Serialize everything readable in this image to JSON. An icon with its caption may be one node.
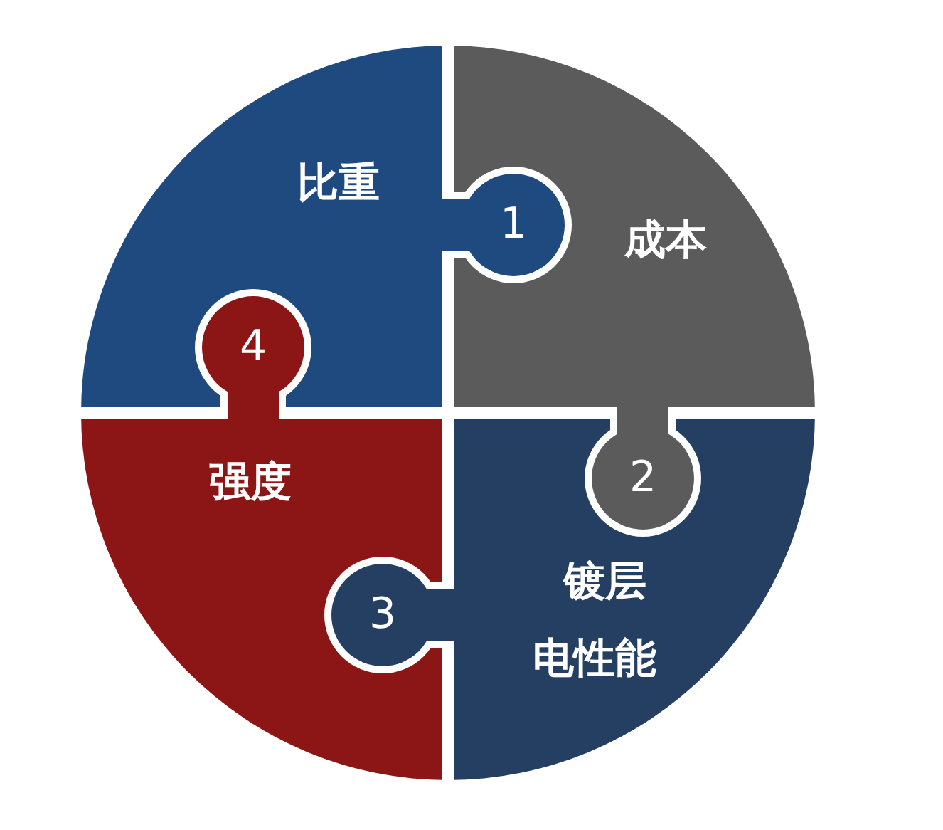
{
  "diagram": {
    "nodes": [
      {
        "text": [
          "比重"
        ]
      },
      {
        "text": [
          "成本"
        ]
      },
      {
        "text": [
          "强度"
        ]
      },
      {
        "text": [
          "镀层电性能"
        ]
      }
    ],
    "labels": [
      "1",
      "4",
      "2",
      "3"
    ]
  }
}
